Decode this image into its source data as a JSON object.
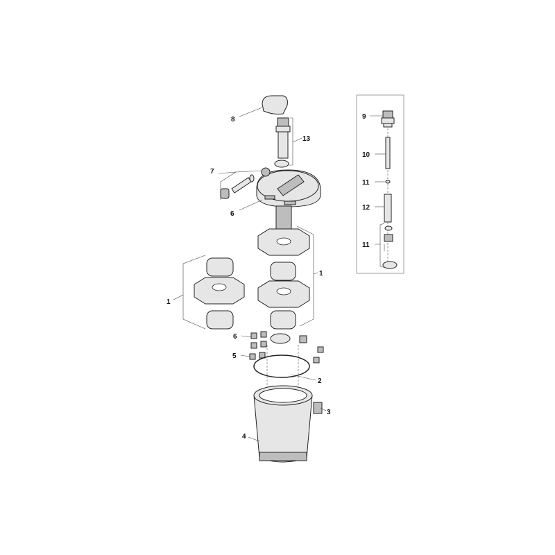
{
  "diagram": {
    "labels": {
      "cover": "8",
      "uvc_assembly_bracket": "13",
      "hose_connector_set": "7",
      "lid": "6",
      "sponges_stack": "1",
      "sponges_loose": "1",
      "ring": "6",
      "filter_media": "5",
      "seal": "2",
      "clamp_ring": "3",
      "housing": "4"
    },
    "inset": {
      "labels": {
        "uvc_head": "9",
        "uvc_lamp": "10",
        "o_ring_upper": "11",
        "quartz_glass": "12",
        "seal_set_lower": "11"
      }
    }
  }
}
